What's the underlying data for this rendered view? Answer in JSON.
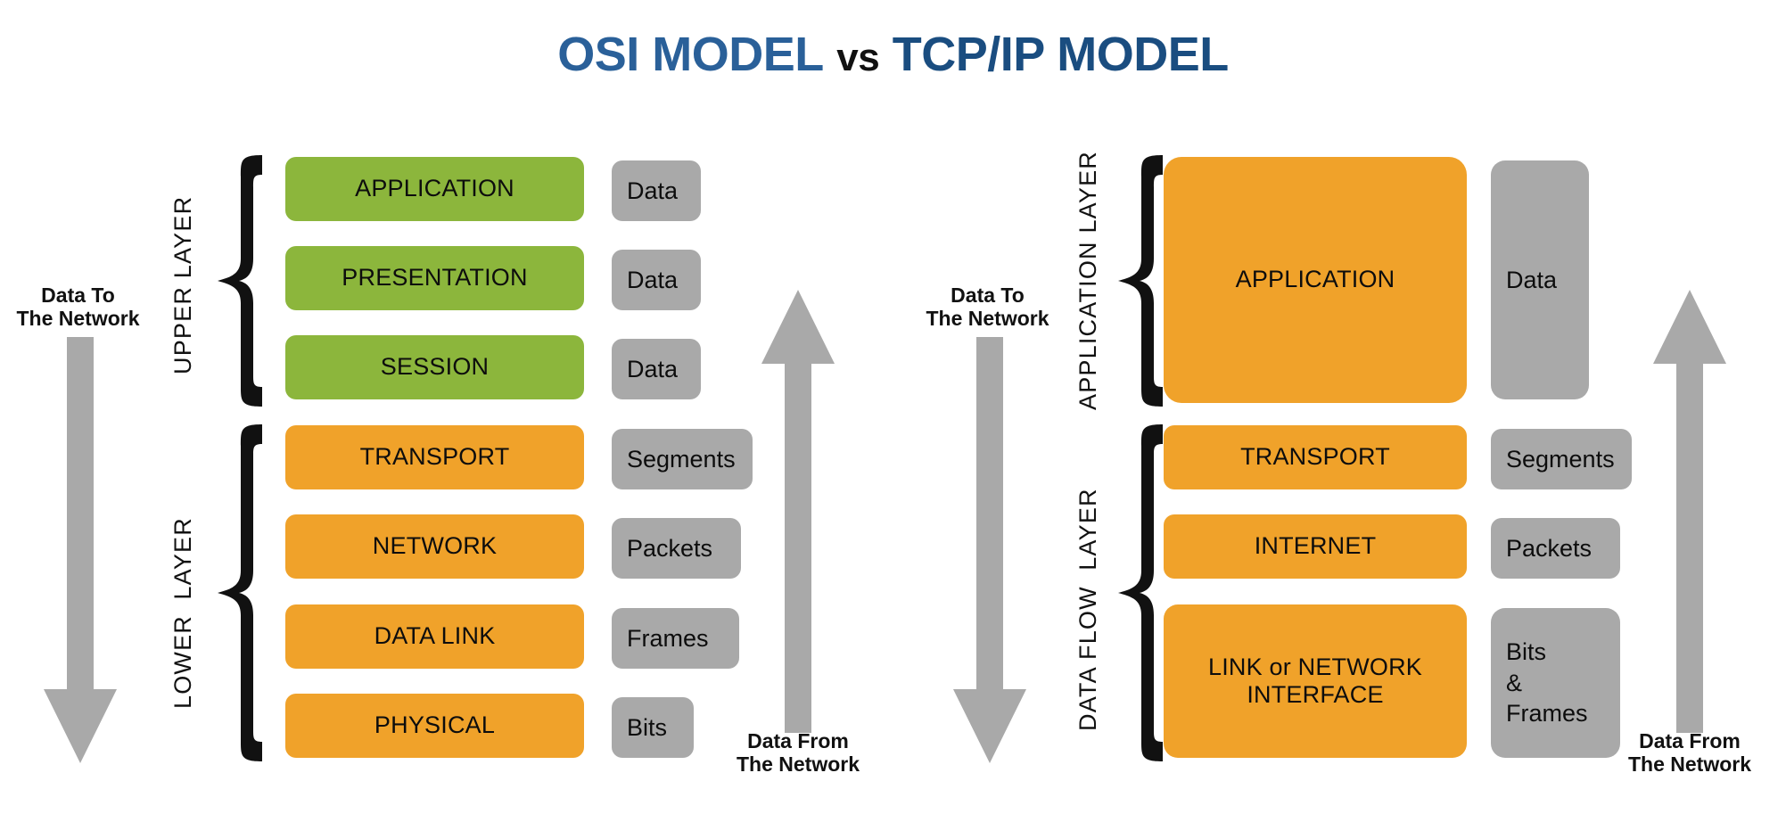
{
  "title": {
    "part1": "OSI MODEL",
    "part2": "vs",
    "part3": "TCP/IP MODEL",
    "color_osi": "#2a6099",
    "color_tcp": "#1a4d80",
    "color_vs": "#111111"
  },
  "colors": {
    "green": "#8cb63c",
    "orange": "#f0a22a",
    "gray": "#a9a9a9",
    "black": "#111111",
    "background": "#ffffff"
  },
  "osi": {
    "group_labels": {
      "upper": "UPPER LAYER",
      "lower": "LOWER  LAYER"
    },
    "flow_down": "Data To\nThe Network",
    "flow_up": "Data From\nThe Network",
    "layers": [
      {
        "name": "APPLICATION",
        "pdu": "Data",
        "color": "green"
      },
      {
        "name": "PRESENTATION",
        "pdu": "Data",
        "color": "green"
      },
      {
        "name": "SESSION",
        "pdu": "Data",
        "color": "green"
      },
      {
        "name": "TRANSPORT",
        "pdu": "Segments",
        "color": "orange"
      },
      {
        "name": "NETWORK",
        "pdu": "Packets",
        "color": "orange"
      },
      {
        "name": "DATA LINK",
        "pdu": "Frames",
        "color": "orange"
      },
      {
        "name": "PHYSICAL",
        "pdu": "Bits",
        "color": "orange"
      }
    ]
  },
  "tcpip": {
    "group_labels": {
      "application": "APPLICATION LAYER",
      "dataflow": "DATA FLOW  LAYER"
    },
    "flow_down": "Data To\nThe Network",
    "flow_up": "Data From\nThe Network",
    "layers": [
      {
        "name": "APPLICATION",
        "pdu": "Data",
        "color": "orange"
      },
      {
        "name": "TRANSPORT",
        "pdu": "Segments",
        "color": "orange"
      },
      {
        "name": "INTERNET",
        "pdu": "Packets",
        "color": "orange"
      },
      {
        "name": "LINK or NETWORK\nINTERFACE",
        "pdu": "Bits\n&\nFrames",
        "color": "orange"
      }
    ]
  }
}
